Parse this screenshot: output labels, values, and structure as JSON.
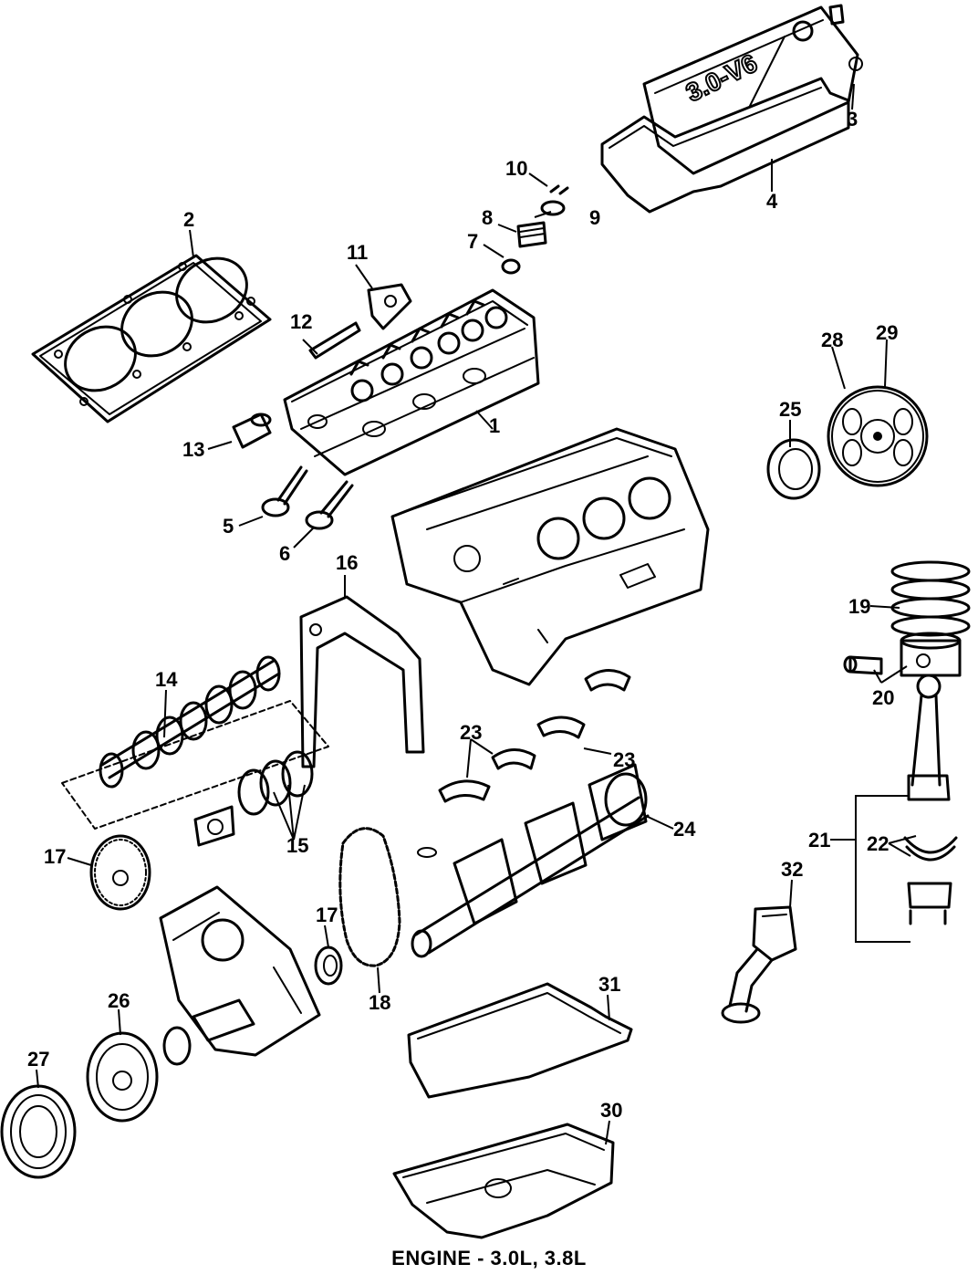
{
  "diagram": {
    "caption": "ENGINE - 3.0L, 3.8L",
    "cover_marking": "3.0-V6",
    "callouts": {
      "c1": "1",
      "c2": "2",
      "c3": "3",
      "c4": "4",
      "c5": "5",
      "c6": "6",
      "c7": "7",
      "c8": "8",
      "c9": "9",
      "c10": "10",
      "c11": "11",
      "c12": "12",
      "c13": "13",
      "c14": "14",
      "c15": "15",
      "c16": "16",
      "c17a": "17",
      "c17b": "17",
      "c18": "18",
      "c19": "19",
      "c20": "20",
      "c21": "21",
      "c22": "22",
      "c23a": "23",
      "c23b": "23",
      "c24": "24",
      "c25": "25",
      "c26": "26",
      "c27": "27",
      "c28": "28",
      "c29": "29",
      "c30": "30",
      "c31": "31",
      "c32": "32"
    }
  }
}
